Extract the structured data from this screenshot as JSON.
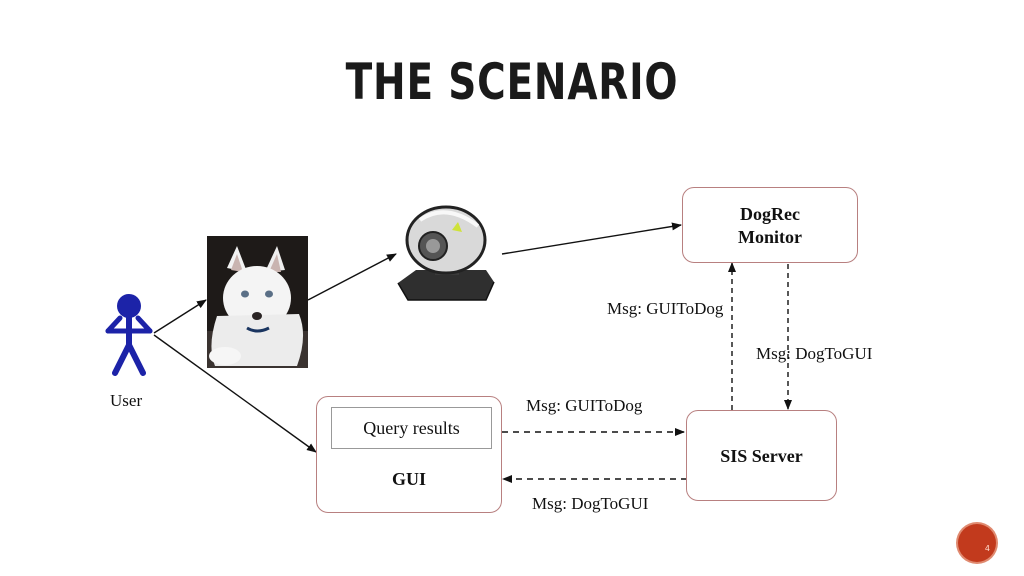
{
  "title": "THE SCENARIO",
  "user_label": "User",
  "dogrec_monitor": {
    "line1": "DogRec",
    "line2": "Monitor"
  },
  "sis_server": {
    "label": "SIS Server"
  },
  "gui": {
    "query_label": "Query results",
    "label": "GUI"
  },
  "messages": {
    "gui_to_dog_upper": "Msg: GUIToDog",
    "dog_to_gui_right": "Msg: DogToGUI",
    "gui_to_dog_lower": "Msg: GUIToDog",
    "dog_to_gui_lower": "Msg: DogToGUI"
  },
  "page_number": "4",
  "colors": {
    "user": "#1c23a8",
    "accent": "#c23a1d",
    "green": "#3db54a",
    "red": "#e0262a"
  },
  "icons": [
    "stick-figure-icon",
    "webcam-icon",
    "power-icon",
    "stop-icon"
  ]
}
